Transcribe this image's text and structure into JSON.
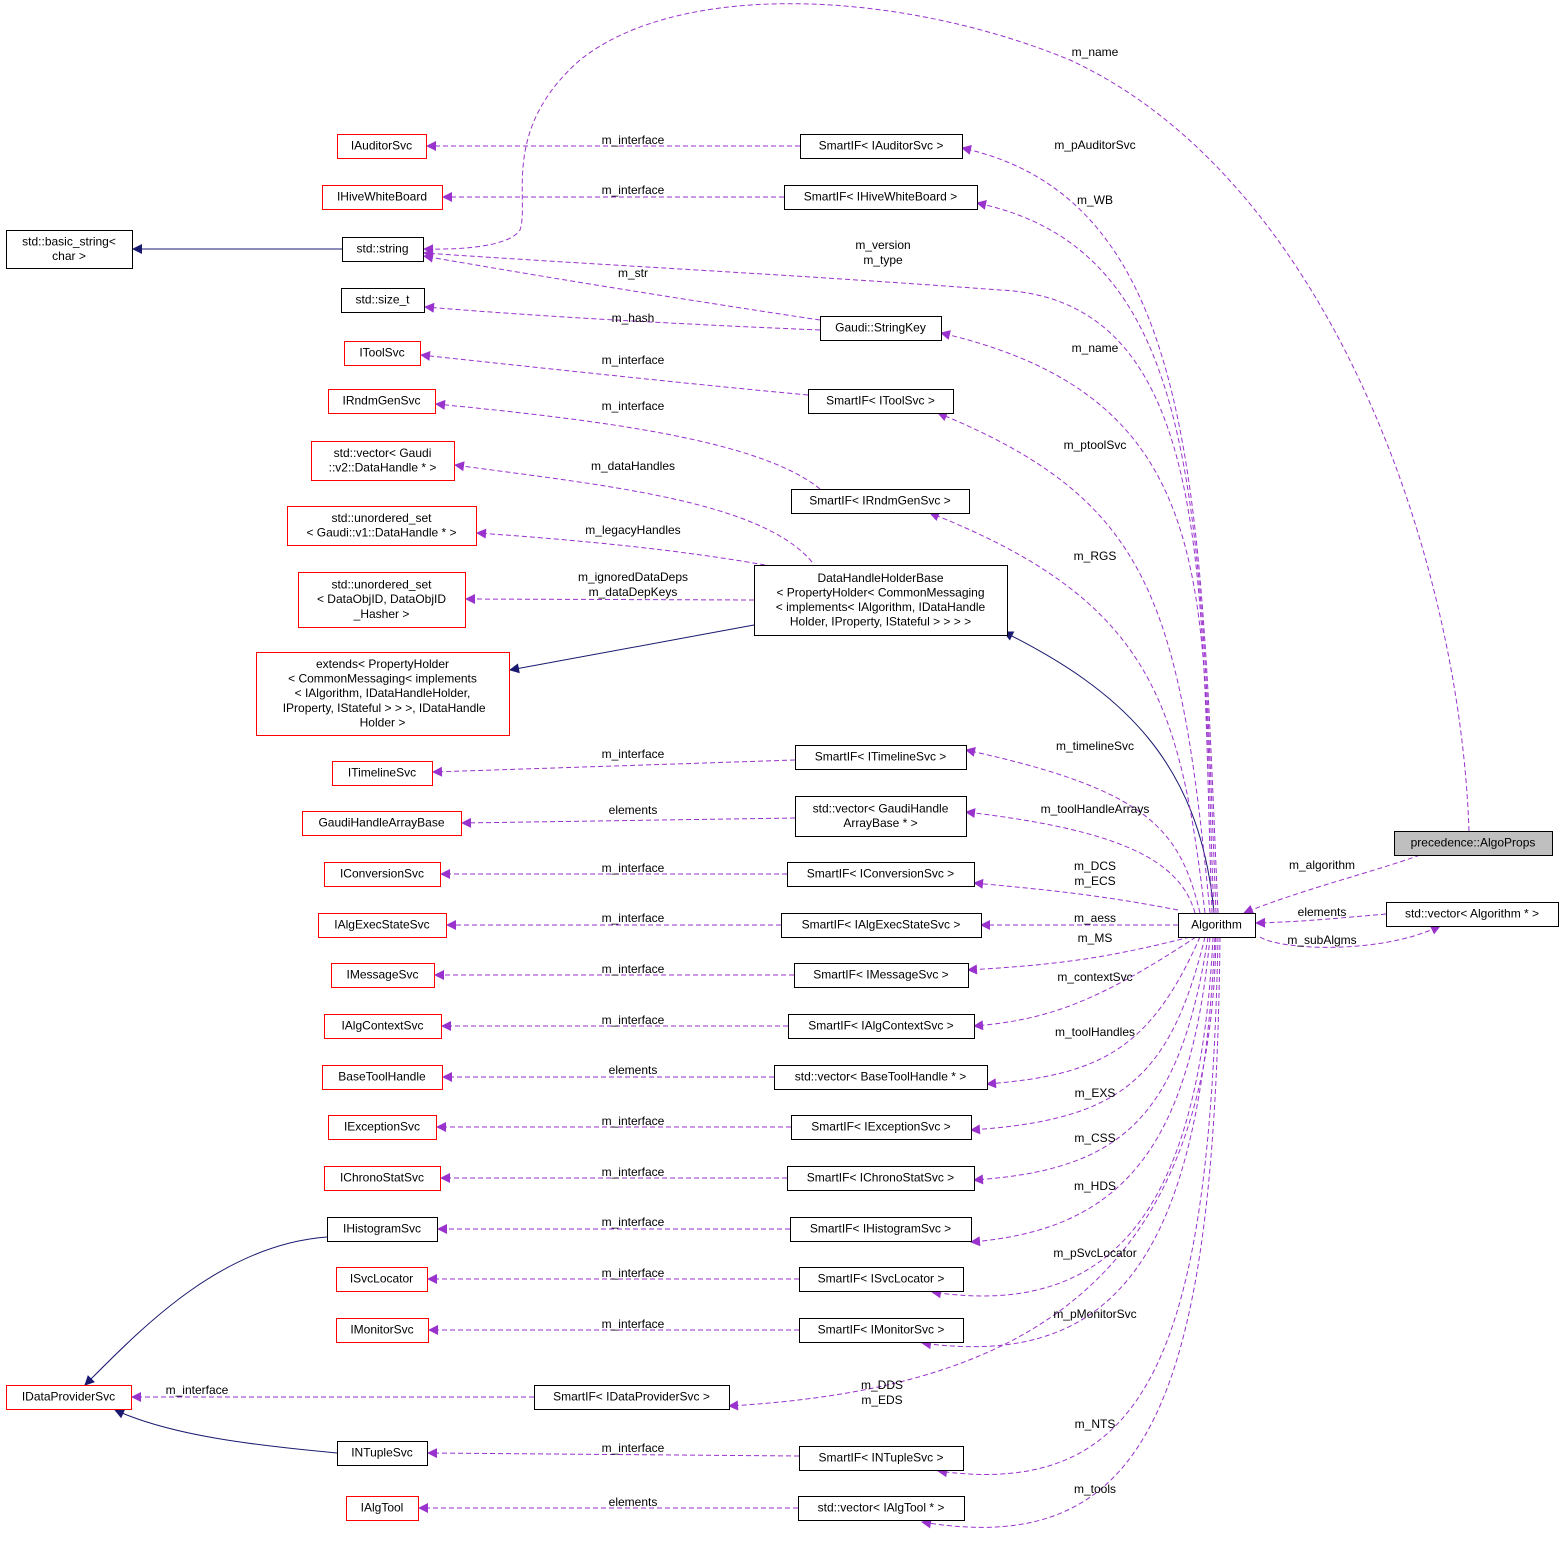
{
  "colors": {
    "node_red": "#ff0000",
    "node_black": "#000000",
    "node_focus_fill": "#bfbfbf",
    "usage_edge": "#9a32cd",
    "inherit_edge": "#191970"
  },
  "nodes": {
    "basic_string": [
      "std::basic_string<",
      "char >"
    ],
    "string": [
      "std::string"
    ],
    "size_t": [
      "std::size_t"
    ],
    "iauditorsvc": [
      "IAuditorSvc"
    ],
    "ihivewhiteboard": [
      "IHiveWhiteBoard"
    ],
    "itoolsvc": [
      "IToolSvc"
    ],
    "irndmgensvc": [
      "IRndmGenSvc"
    ],
    "vec_v2dh": [
      "std::vector< Gaudi",
      "::v2::DataHandle * >"
    ],
    "uset_v1dh": [
      "std::unordered_set",
      "< Gaudi::v1::DataHandle * >"
    ],
    "uset_dataobjid": [
      "std::unordered_set",
      "< DataObjID, DataObjID",
      "_Hasher >"
    ],
    "extends": [
      "extends< PropertyHolder",
      "< CommonMessaging< implements",
      "< IAlgorithm, IDataHandleHolder,",
      " IProperty, IStateful > > >, IDataHandle",
      "Holder >"
    ],
    "itimelinesvc": [
      "ITimelineSvc"
    ],
    "gaudihandlearraybase": [
      "GaudiHandleArrayBase"
    ],
    "iconversionsvc": [
      "IConversionSvc"
    ],
    "ialgexecstatesvc": [
      "IAlgExecStateSvc"
    ],
    "imessagesvc": [
      "IMessageSvc"
    ],
    "ialgcontextsvc": [
      "IAlgContextSvc"
    ],
    "basetoolhandle": [
      "BaseToolHandle"
    ],
    "iexceptionsvc": [
      "IExceptionSvc"
    ],
    "ichronostatsvc": [
      "IChronoStatSvc"
    ],
    "ihistogramsvc": [
      "IHistogramSvc"
    ],
    "isvclocator": [
      "ISvcLocator"
    ],
    "imonitorsvc": [
      "IMonitorSvc"
    ],
    "idataprovidersvc": [
      "IDataProviderSvc"
    ],
    "intuplesvc": [
      "INTupleSvc"
    ],
    "ialgtool": [
      "IAlgTool"
    ],
    "sif_auditor": [
      "SmartIF< IAuditorSvc >"
    ],
    "sif_hivewb": [
      "SmartIF< IHiveWhiteBoard >"
    ],
    "stringkey": [
      "Gaudi::StringKey"
    ],
    "sif_toolsvc": [
      "SmartIF< IToolSvc >"
    ],
    "sif_rndm": [
      "SmartIF< IRndmGenSvc >"
    ],
    "dhholderbase": [
      "DataHandleHolderBase",
      "< PropertyHolder< CommonMessaging",
      "< implements< IAlgorithm, IDataHandle",
      "Holder, IProperty, IStateful > > > >"
    ],
    "sif_timeline": [
      "SmartIF< ITimelineSvc >"
    ],
    "vec_gaudihandle": [
      "std::vector< GaudiHandle",
      "ArrayBase * >"
    ],
    "sif_conversion": [
      "SmartIF< IConversionSvc >"
    ],
    "sif_algexec": [
      "SmartIF< IAlgExecStateSvc >"
    ],
    "sif_message": [
      "SmartIF< IMessageSvc >"
    ],
    "sif_algcontext": [
      "SmartIF< IAlgContextSvc >"
    ],
    "vec_basetoolhandle": [
      "std::vector< BaseToolHandle * >"
    ],
    "sif_exception": [
      "SmartIF< IExceptionSvc >"
    ],
    "sif_chrono": [
      "SmartIF< IChronoStatSvc >"
    ],
    "sif_histogram": [
      "SmartIF< IHistogramSvc >"
    ],
    "sif_svclocator": [
      "SmartIF< ISvcLocator >"
    ],
    "sif_monitor": [
      "SmartIF< IMonitorSvc >"
    ],
    "sif_dataprovider": [
      "SmartIF< IDataProviderSvc >"
    ],
    "sif_ntuple": [
      "SmartIF< INTupleSvc >"
    ],
    "vec_algtool": [
      "std::vector< IAlgTool * >"
    ],
    "algorithm": [
      "Algorithm"
    ],
    "algoprops": [
      "precedence::AlgoProps"
    ],
    "vec_algorithm": [
      "std::vector< Algorithm * >"
    ]
  },
  "edge_labels": {
    "m_name_top": [
      "m_name"
    ],
    "m_interface_auditor": [
      "m_interface"
    ],
    "m_pauditorsvc": [
      "m_pAuditorSvc"
    ],
    "m_interface_hivewb": [
      "m_interface"
    ],
    "m_wb": [
      "m_WB"
    ],
    "m_version_type": [
      "m_version",
      "m_type"
    ],
    "m_str": [
      "m_str"
    ],
    "m_hash": [
      "m_hash"
    ],
    "m_name_sk": [
      "m_name"
    ],
    "m_interface_toolsvc": [
      "m_interface"
    ],
    "m_interface_rndm": [
      "m_interface"
    ],
    "m_ptoolsvc": [
      "m_ptoolSvc"
    ],
    "m_datahandles": [
      "m_dataHandles"
    ],
    "m_legacyhandles": [
      "m_legacyHandles"
    ],
    "m_rgs": [
      "m_RGS"
    ],
    "m_ignored_depkeys": [
      "m_ignoredDataDeps",
      "m_dataDepKeys"
    ],
    "m_interface_timeline": [
      "m_interface"
    ],
    "m_timelinesvc": [
      "m_timelineSvc"
    ],
    "elements_gaudihandle": [
      "elements"
    ],
    "m_toolhandlearrays": [
      "m_toolHandleArrays"
    ],
    "m_interface_conversion": [
      "m_interface"
    ],
    "m_dcs_ecs": [
      "m_DCS",
      "m_ECS"
    ],
    "m_algorithm": [
      "m_algorithm"
    ],
    "elements_algorithm": [
      "elements"
    ],
    "m_interface_algexec": [
      "m_interface"
    ],
    "m_aess": [
      "m_aess"
    ],
    "m_ms": [
      "m_MS"
    ],
    "m_subalgms": [
      "m_subAlgms"
    ],
    "m_interface_message": [
      "m_interface"
    ],
    "m_contextsvc": [
      "m_contextSvc"
    ],
    "m_interface_algcontext": [
      "m_interface"
    ],
    "m_toolhandles": [
      "m_toolHandles"
    ],
    "elements_basetoolhandle": [
      "elements"
    ],
    "m_interface_exception": [
      "m_interface"
    ],
    "m_exs": [
      "m_EXS"
    ],
    "m_interface_chrono": [
      "m_interface"
    ],
    "m_css": [
      "m_CSS"
    ],
    "m_interface_histogram": [
      "m_interface"
    ],
    "m_hds": [
      "m_HDS"
    ],
    "m_interface_svclocator": [
      "m_interface"
    ],
    "m_psvclocator": [
      "m_pSvcLocator"
    ],
    "m_interface_monitor": [
      "m_interface"
    ],
    "m_pmonitorsvc": [
      "m_pMonitorSvc"
    ],
    "m_interface_dataprovider": [
      "m_interface"
    ],
    "m_dds_eds": [
      "m_DDS",
      "m_EDS"
    ],
    "m_interface_ntuple": [
      "m_interface"
    ],
    "m_nts": [
      "m_NTS"
    ],
    "elements_algtool": [
      "elements"
    ],
    "m_tools": [
      "m_tools"
    ]
  }
}
